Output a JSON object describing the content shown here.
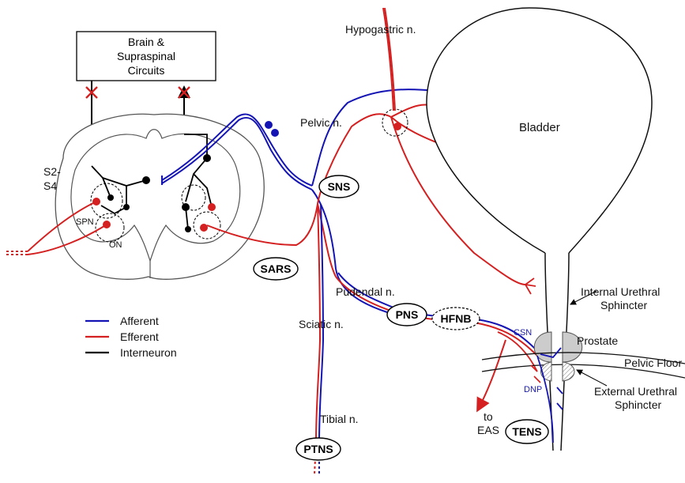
{
  "colors": {
    "afferent": "#1414b4",
    "efferent": "#d42020",
    "interneuron": "#000000",
    "outline": "#555555"
  },
  "brain": {
    "line1": "Brain &",
    "line2": "Supraspinal",
    "line3": "Circuits"
  },
  "spinal": {
    "level_line1": "S2-",
    "level_line2": "S4",
    "spn": "SPN",
    "on": "ON"
  },
  "nerves": {
    "hypogastric": "Hypogastric n.",
    "pelvic": "Pelvic n.",
    "pudendal": "Pudendal n.",
    "sciatic": "Sciatic n.",
    "tibial": "Tibial n."
  },
  "organs": {
    "bladder": "Bladder",
    "internal_line1": "Internal Urethral",
    "internal_line2": "Sphincter",
    "prostate": "Prostate",
    "pelvic_floor": "Pelvic Floor",
    "external_line1": "External Urethral",
    "external_line2": "Sphincter",
    "csn": "CSN",
    "dnp": "DNP",
    "to_eas_line1": "to",
    "to_eas_line2": "EAS"
  },
  "badges": {
    "sns": "SNS",
    "sars": "SARS",
    "pns": "PNS",
    "hfnb": "HFNB",
    "tens": "TENS",
    "ptns": "PTNS"
  },
  "legend": [
    {
      "label": "Afferent",
      "color": "#1414b4"
    },
    {
      "label": "Efferent",
      "color": "#d42020"
    },
    {
      "label": "Interneuron",
      "color": "#000000"
    }
  ]
}
